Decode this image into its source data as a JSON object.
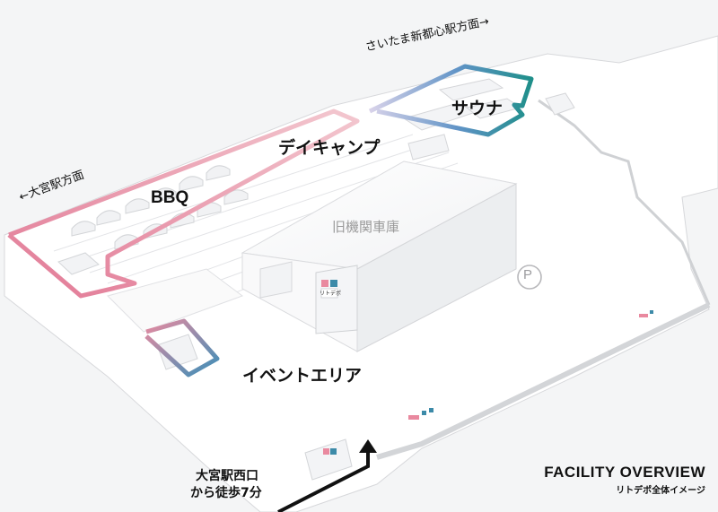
{
  "map": {
    "labels": {
      "sauna": "サウナ",
      "day_camp": "デイキャンプ",
      "bbq": "BBQ",
      "event_area": "イベントエリア",
      "old_roundhouse": "旧機関車庫",
      "parking": "P"
    },
    "directions": {
      "saitama_shintoshin": "さいたま新都心駅方面→",
      "omiya_station": "←大宮駅方面",
      "walk_route": [
        "大宮駅西口",
        "から徒歩7分"
      ]
    },
    "logo_text": "リトデポ",
    "title": "FACILITY OVERVIEW",
    "subtitle": "リトデポ全体イメージ"
  },
  "colors": {
    "pink": "#e9899f",
    "blue": "#3c8aa8",
    "teal": "#2f8f8f",
    "ground": "#e9eaec",
    "white": "#ffffff"
  }
}
